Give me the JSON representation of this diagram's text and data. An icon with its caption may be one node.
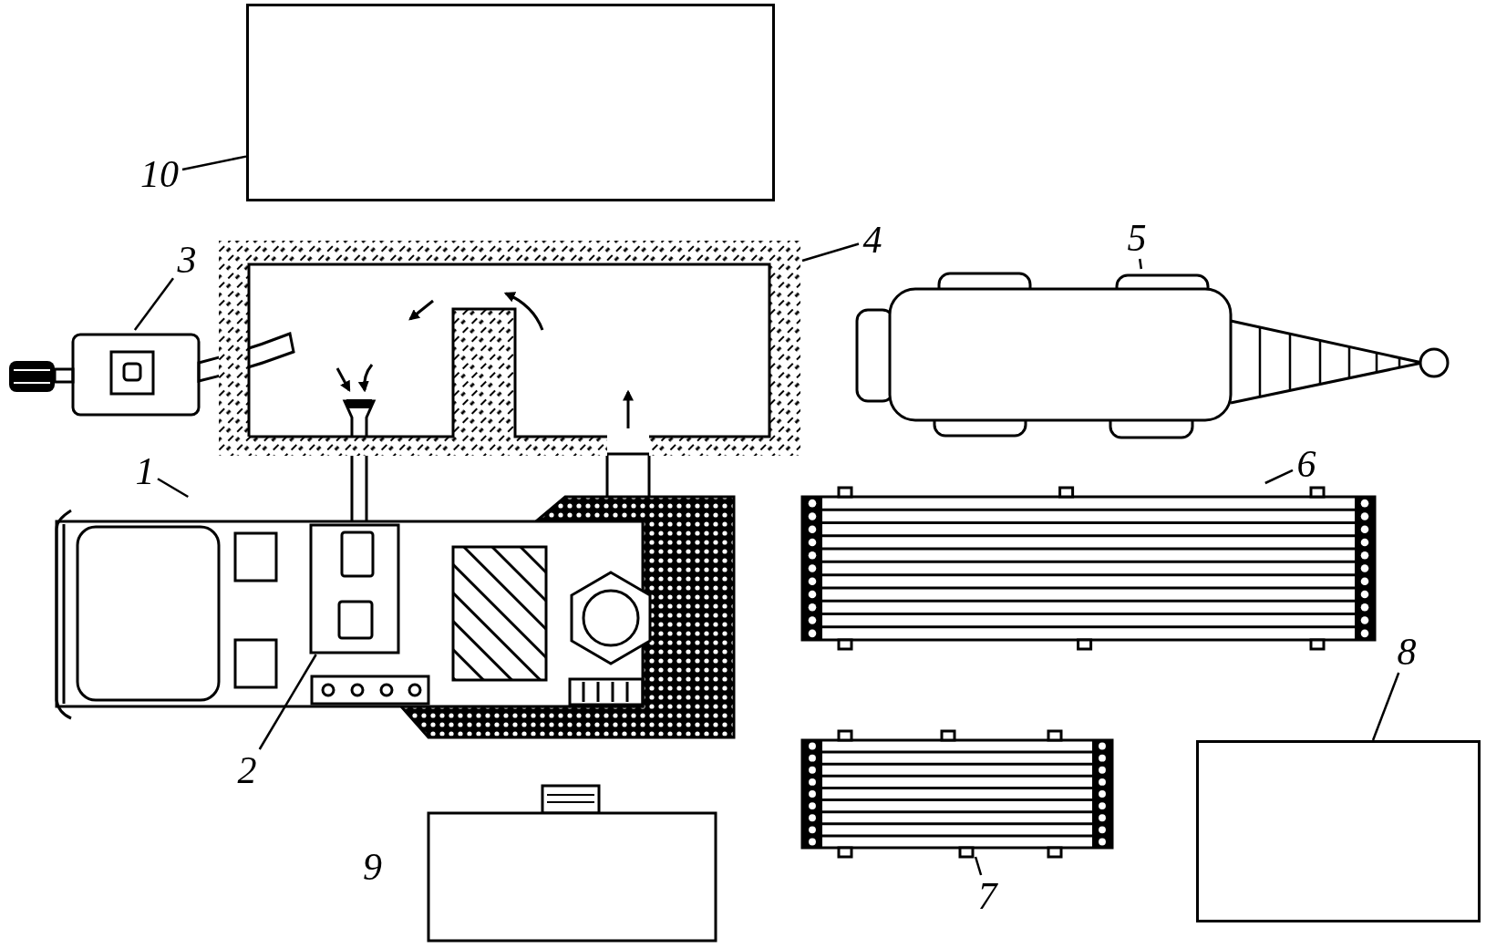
{
  "diagram": {
    "nodes": [
      {
        "text": [
          "10"
        ]
      },
      {
        "text": [],
        "shape": "box"
      },
      {
        "text": [
          "3"
        ]
      },
      {
        "text": [],
        "shape": "picture"
      },
      {
        "text": [
          "4"
        ]
      },
      {
        "text": [],
        "shape": "picture"
      },
      {
        "text": [
          "5"
        ]
      },
      {
        "text": [],
        "shape": "picture"
      },
      {
        "text": [
          "1"
        ]
      },
      {
        "text": [],
        "shape": "picture"
      },
      {
        "text": [],
        "shape": "picture",
        "in": 9
      },
      {
        "text": [
          "6"
        ]
      },
      {
        "text": [],
        "shape": "picture"
      },
      {
        "text": [
          "2"
        ]
      },
      {
        "text": [
          "8"
        ]
      },
      {
        "text": [],
        "shape": "box"
      },
      {
        "text": [
          "7"
        ]
      },
      {
        "text": [],
        "shape": "picture"
      }
    ],
    "edges": [
      {
        "from": 0,
        "to": 1,
        "arrow": "none"
      },
      {
        "from": 2,
        "to": 3,
        "arrow": "none"
      },
      {
        "from": 4,
        "to": 5,
        "arrow": "none"
      },
      {
        "from": 6,
        "to": 7,
        "arrow": "none"
      },
      {
        "from": 8,
        "to": 9,
        "arrow": "none"
      },
      {
        "from": 11,
        "to": 12,
        "arrow": "none"
      },
      {
        "from": 13,
        "to": 10,
        "arrow": "none"
      },
      {
        "from": 14,
        "to": 15,
        "arrow": "none"
      },
      {
        "from": 16,
        "to": 17,
        "arrow": "none"
      }
    ],
    "labels": [
      "9"
    ]
  }
}
